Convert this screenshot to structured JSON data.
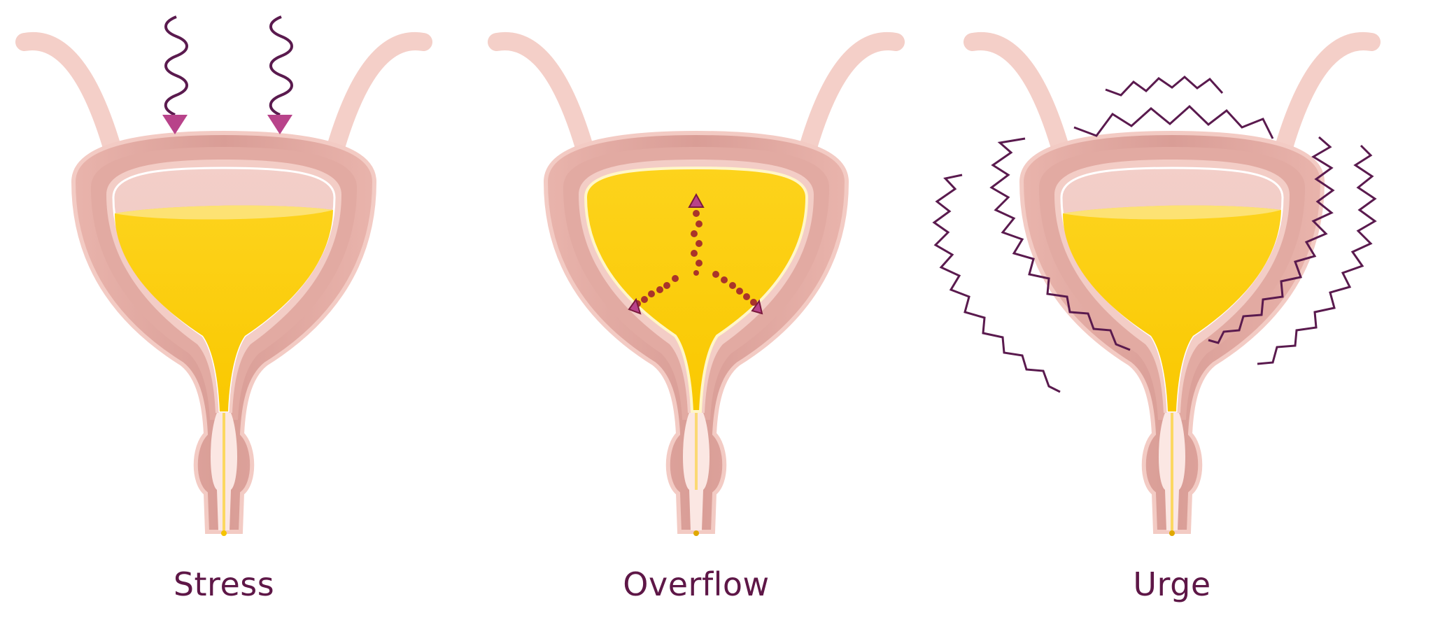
{
  "figure": {
    "subject": "Types of urinary incontinence (bladder cross-sections)",
    "colors": {
      "background": "#ffffff",
      "tissue_outer": "#f2c7c0",
      "tissue_muscle": "#dba39c",
      "tissue_light": "#f8dcd6",
      "urine": "#fccf0a",
      "urine_highlight": "#fde27a",
      "arrow_line": "#5a1a4e",
      "arrow_head": "#b8438a",
      "label_text": "#5e1747"
    },
    "panels": [
      {
        "id": "stress",
        "label": "Stress",
        "indicator": "two downward wavy arrows pressing on bladder top",
        "fill_level": "partial"
      },
      {
        "id": "overflow",
        "label": "Overflow",
        "indicator": "three dotted arrows radiating outward inside bladder",
        "fill_level": "full"
      },
      {
        "id": "urge",
        "label": "Urge",
        "indicator": "zig-zag spasm waves around bladder",
        "fill_level": "partial"
      }
    ]
  }
}
